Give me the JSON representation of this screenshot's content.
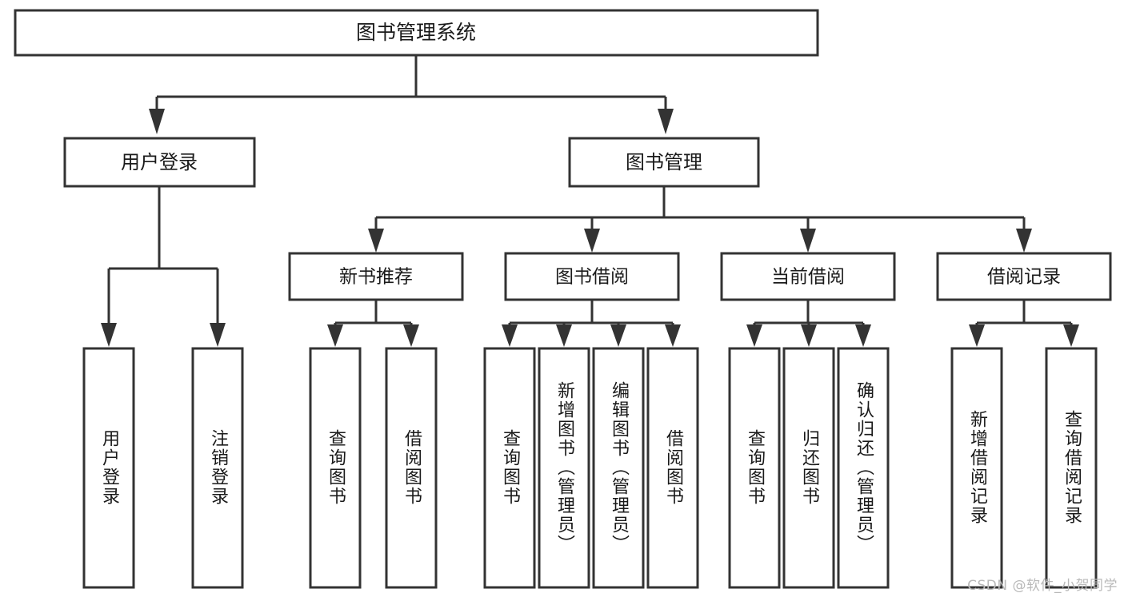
{
  "diagram": {
    "title": "图书管理系统",
    "type": "tree",
    "root": {
      "id": "root",
      "label": "图书管理系统"
    },
    "level2": [
      {
        "id": "user-login",
        "label": "用户登录"
      },
      {
        "id": "book-manage",
        "label": "图书管理"
      }
    ],
    "level3": [
      {
        "id": "new-book-recommend",
        "label": "新书推荐",
        "parent": "book-manage"
      },
      {
        "id": "book-borrow",
        "label": "图书借阅",
        "parent": "book-manage"
      },
      {
        "id": "current-borrow",
        "label": "当前借阅",
        "parent": "book-manage"
      },
      {
        "id": "borrow-record",
        "label": "借阅记录",
        "parent": "book-manage"
      }
    ],
    "leaves": [
      {
        "id": "leaf-user-login",
        "label": "用户登录",
        "parent": "user-login"
      },
      {
        "id": "leaf-logout",
        "label": "注销登录",
        "parent": "user-login"
      },
      {
        "id": "leaf-query-book-1",
        "label": "查询图书",
        "parent": "new-book-recommend"
      },
      {
        "id": "leaf-borrow-book-1",
        "label": "借阅图书",
        "parent": "new-book-recommend"
      },
      {
        "id": "leaf-query-book-2",
        "label": "查询图书",
        "parent": "book-borrow"
      },
      {
        "id": "leaf-add-book",
        "label": "新增图书（管理员）",
        "parent": "book-borrow"
      },
      {
        "id": "leaf-edit-book",
        "label": "编辑图书（管理员）",
        "parent": "book-borrow"
      },
      {
        "id": "leaf-borrow-book-2",
        "label": "借阅图书",
        "parent": "book-borrow"
      },
      {
        "id": "leaf-query-book-3",
        "label": "查询图书",
        "parent": "current-borrow"
      },
      {
        "id": "leaf-return-book",
        "label": "归还图书",
        "parent": "current-borrow"
      },
      {
        "id": "leaf-confirm-return",
        "label": "确认归还（管理员）",
        "parent": "current-borrow"
      },
      {
        "id": "leaf-add-record",
        "label": "新增借阅记录",
        "parent": "borrow-record"
      },
      {
        "id": "leaf-query-record",
        "label": "查询借阅记录",
        "parent": "borrow-record"
      }
    ],
    "colors": {
      "stroke": "#333333",
      "fill": "#ffffff",
      "text": "#1a1a1a",
      "watermark": "#b9b9b9"
    }
  },
  "watermark": {
    "text": "CSDN @软件_小贺同学"
  }
}
